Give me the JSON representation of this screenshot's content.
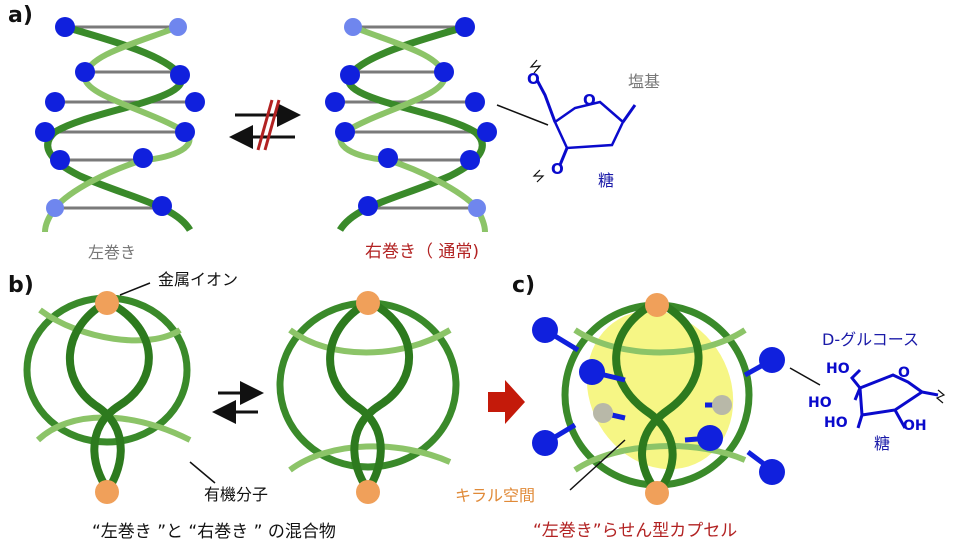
{
  "panels": {
    "a": "a)",
    "b": "b)",
    "c": "c)"
  },
  "panel_a": {
    "left_label": "左巻き",
    "right_label": "右巻き（ 通常)",
    "base_label": "塩基",
    "sugar_label": "糖",
    "symbol_o": "O"
  },
  "panel_b": {
    "metal_ion_label": "金属イオン",
    "organic_molecule_label": "有機分子",
    "mixture_label": "“左巻き ”と “右巻き ” の混合物"
  },
  "panel_c": {
    "chiral_space_label": "キラル空間",
    "capsule_label": "“左巻き”らせん型カプセル",
    "glucose_label": "D-グルコース",
    "sugar_label": "糖",
    "ho": "HO",
    "oh": "OH",
    "o": "O"
  },
  "colors": {
    "strand_dark": "#3a8a2a",
    "strand_light": "#8cc468",
    "node_blue": "#1020dd",
    "node_light": "#6f86ee",
    "metal": "#f0a05a",
    "chiral_space": "#f4f470",
    "arrow_red": "#c41a0a",
    "rung": "#808080"
  }
}
